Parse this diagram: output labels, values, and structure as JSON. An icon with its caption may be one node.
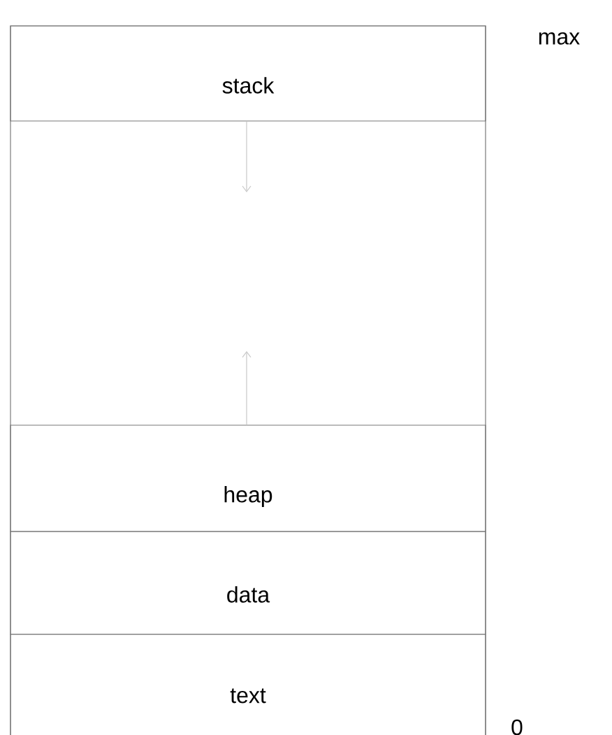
{
  "diagram": {
    "nodes": [
      {
        "text": [],
        "shape": "box"
      },
      {
        "text": [
          "stack"
        ],
        "in": 0
      },
      {
        "text": [
          "heap"
        ],
        "in": 0
      },
      {
        "text": [
          "data"
        ],
        "in": 0
      },
      {
        "text": [
          "text"
        ],
        "in": 0
      }
    ],
    "edges": [
      {
        "from": 1,
        "to": null,
        "arrow": "to",
        "color": "#c8c8c8"
      },
      {
        "from": 2,
        "to": null,
        "arrow": "to",
        "color": "#c8c8c8"
      }
    ],
    "labels": [
      "max",
      "0"
    ]
  }
}
